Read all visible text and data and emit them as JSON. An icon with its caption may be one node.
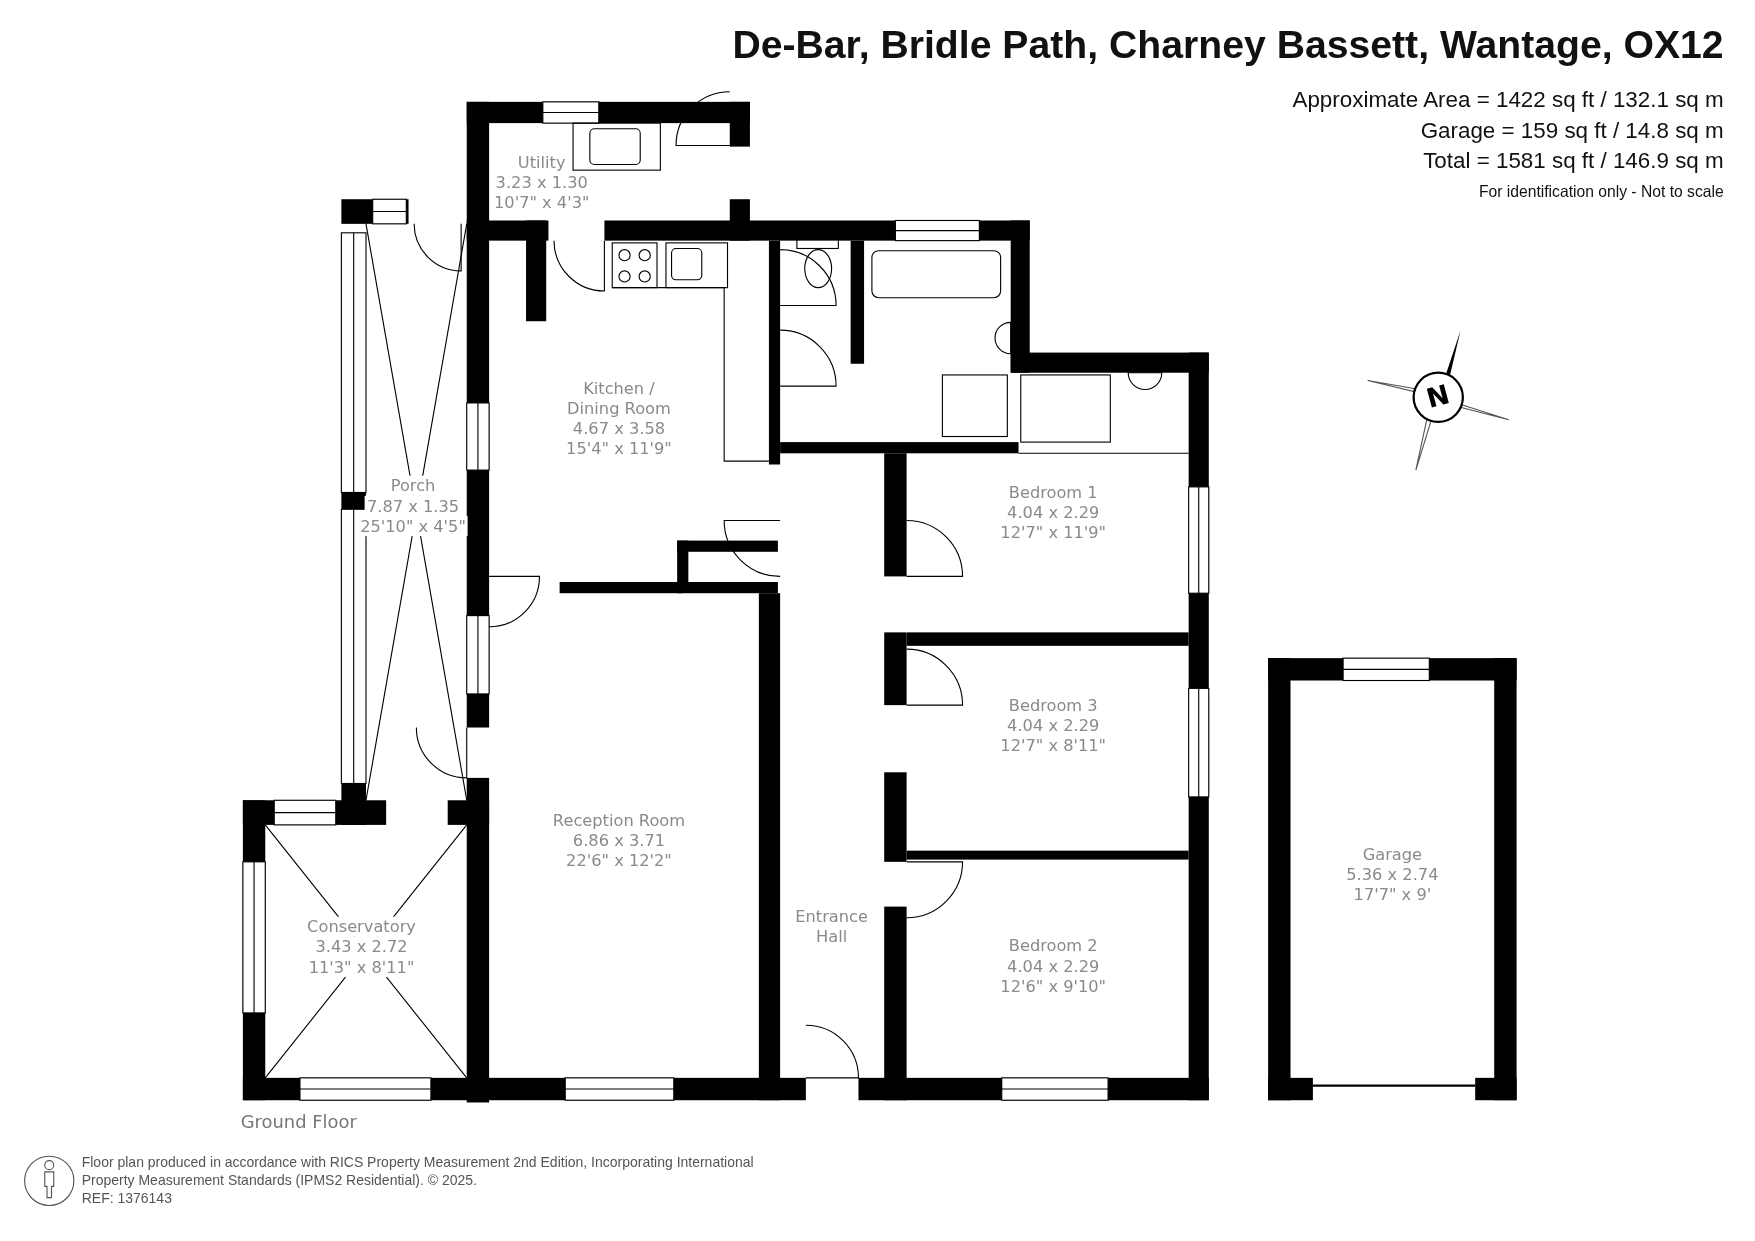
{
  "diagram": {
    "title": "De-Bar, Bridle Path, Charney Bassett, Wantage, OX12",
    "nodes": [
      {
        "text": [
          "Utility",
          "3.23 x 1.30",
          "10'7\" x 4'3\""
        ]
      },
      {
        "text": [
          "Kitchen / Dining Room",
          "4.67 x 3.58",
          "15'4\" x 11'9\""
        ]
      },
      {
        "text": [
          "Porch",
          "7.87 x 1.35",
          "25'10\" x 4'5\""
        ]
      },
      {
        "text": [
          "Bedroom 1",
          "4.04 x 2.29",
          "12'7\" x 11'9\""
        ]
      },
      {
        "text": [
          "Bedroom 3",
          "4.04 x 2.29",
          "12'7\" x 8'11\""
        ]
      },
      {
        "text": [
          "Reception Room",
          "6.86 x 3.71",
          "22'6\" x 12'2\""
        ]
      },
      {
        "text": [
          "Conservatory",
          "3.43 x 2.72",
          "11'3\" x 8'11\""
        ]
      },
      {
        "text": [
          "Entrance Hall"
        ]
      },
      {
        "text": [
          "Bedroom 2",
          "4.04 x 2.29",
          "12'6\" x 9'10\""
        ]
      },
      {
        "text": [
          "Garage",
          "5.36 x 2.74",
          "17'7\" x 9'"
        ]
      }
    ],
    "labels": [
      "Approximate Area = 1422 sq ft / 132.1 sq m",
      "Garage = 159 sq ft / 14.8 sq m",
      "Total = 1581 sq ft / 146.9 sq m",
      "For identification only - Not to scale",
      "N",
      "Ground Floor",
      "Floor plan produced in accordance with RICS Property Measurement 2nd Edition, Incorporating International Property Measurement Standards (IPMS2 Residential). © 2025.",
      "REF: 1376143"
    ]
  }
}
